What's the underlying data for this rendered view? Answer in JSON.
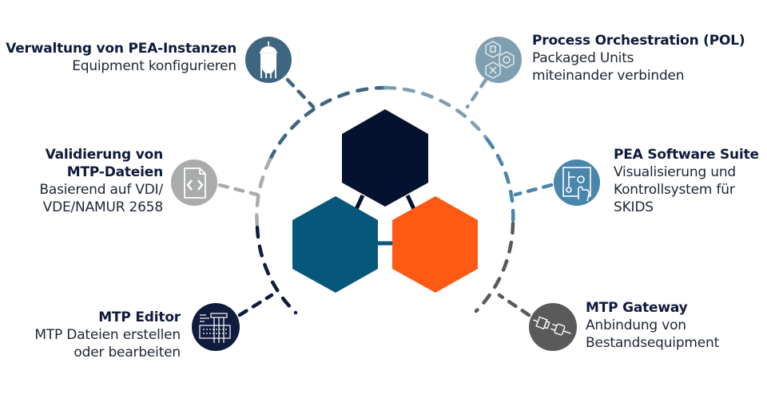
{
  "diagram": {
    "center": {
      "hexagons": [
        {
          "name": "hexagon-top",
          "color": "#04112f"
        },
        {
          "name": "hexagon-left",
          "color": "#06577a"
        },
        {
          "name": "hexagon-right",
          "color": "#ff5a14"
        }
      ],
      "ring_colors": {
        "top_left": "#3f6681",
        "top_right": "#7f9fb0",
        "left": "#a9abac",
        "right": "#4a85ab",
        "bottom_left": "#101c3e",
        "bottom_right": "#5a5a5b"
      }
    },
    "nodes": [
      {
        "id": "pea-instances",
        "title": "Verwaltung von PEA-Instanzen",
        "desc_lines": [
          "Equipment konfigurieren"
        ],
        "icon": "tank-icon",
        "color": "#3f6681"
      },
      {
        "id": "pol",
        "title": "Process Orchestration (POL)",
        "desc_lines": [
          "Packaged Units",
          "miteinander verbinden"
        ],
        "icon": "hexagon-cluster-icon",
        "color": "#7f9fb0"
      },
      {
        "id": "mtp-validation",
        "title_lines": [
          "Validierung von",
          "MTP-Dateien"
        ],
        "desc_lines": [
          "Basierend auf VDI/",
          "VDE/NAMUR 2658"
        ],
        "icon": "code-file-icon",
        "color": "#a9abac"
      },
      {
        "id": "pea-suite",
        "title": "PEA Software Suite",
        "desc_lines": [
          "Visualisierung und",
          "Kontrollsystem für",
          "SKIDS"
        ],
        "icon": "touchscreen-icon",
        "color": "#4a85ab"
      },
      {
        "id": "mtp-editor",
        "title": "MTP Editor",
        "desc_lines": [
          "MTP Dateien erstellen",
          "oder bearbeiten"
        ],
        "icon": "editor-keyboard-icon",
        "color": "#101c3e"
      },
      {
        "id": "mtp-gateway",
        "title": "MTP Gateway",
        "desc_lines": [
          "Anbindung von",
          "Bestandsequipment"
        ],
        "icon": "plug-connector-icon",
        "color": "#5a5a5b"
      }
    ]
  }
}
